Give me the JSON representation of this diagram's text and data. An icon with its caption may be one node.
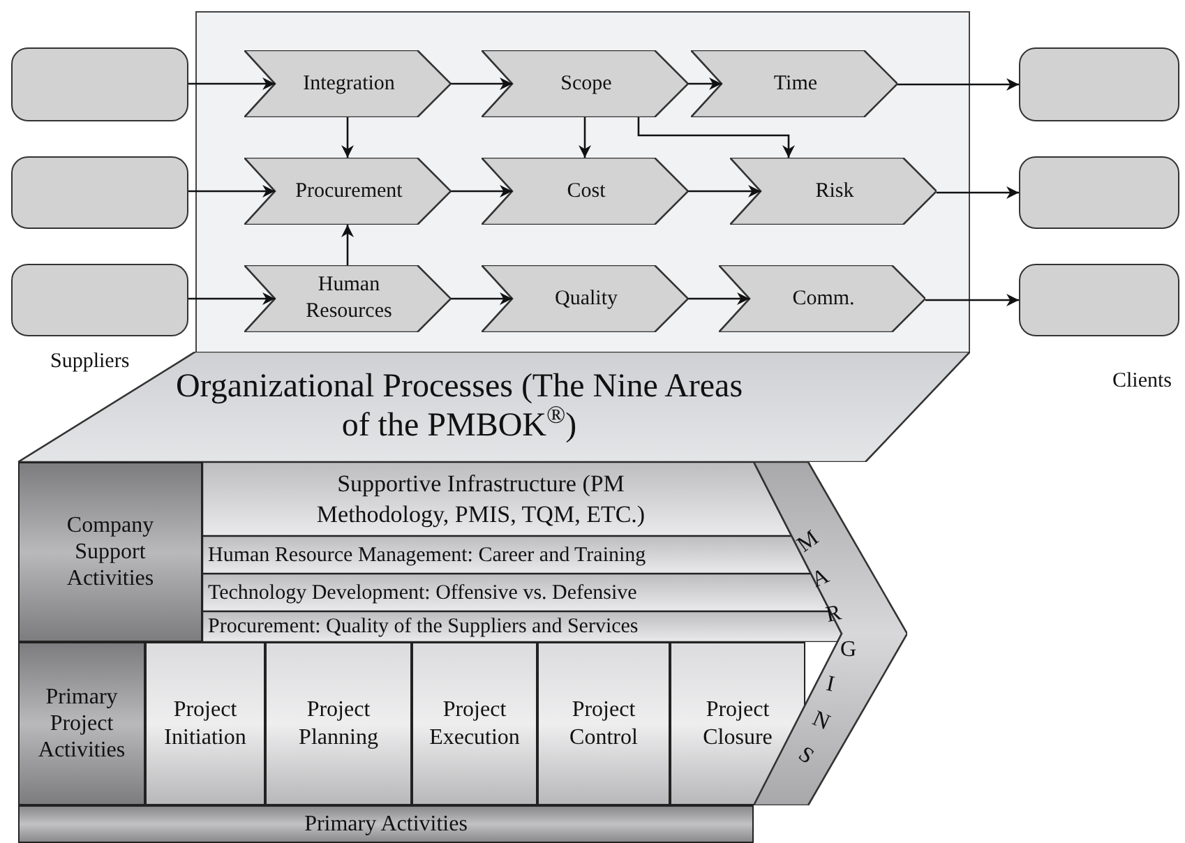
{
  "diagram": {
    "nodes": [
      {
        "text": [],
        "shape": "box"
      },
      {
        "text": [],
        "shape": "box"
      },
      {
        "text": [],
        "shape": "box"
      },
      {
        "text": [
          "Integration"
        ]
      },
      {
        "text": [
          "Scope"
        ]
      },
      {
        "text": [
          "Time"
        ]
      },
      {
        "text": [
          "Procurement"
        ]
      },
      {
        "text": [
          "Cost"
        ]
      },
      {
        "text": [
          "Risk"
        ]
      },
      {
        "text": [
          "Human Resources"
        ]
      },
      {
        "text": [
          "Quality"
        ]
      },
      {
        "text": [
          "Comm."
        ]
      },
      {
        "text": [],
        "shape": "box"
      },
      {
        "text": [],
        "shape": "box"
      },
      {
        "text": [],
        "shape": "box"
      },
      {
        "text": [
          "Organizational Processes (The Nine Areas of the PMBOK$^{®}$)"
        ]
      },
      {
        "text": [
          "Company Support Activities"
        ]
      },
      {
        "text": [
          "Supportive Infrastructure (PM Methodology, PMIS, TQM, ETC.)"
        ]
      },
      {
        "text": [
          "Human Resource Management: Career and Training"
        ]
      },
      {
        "text": [
          "Technology Development: Offensive vs. Defensive"
        ]
      },
      {
        "text": [
          "Procurement: Quality of the Suppliers and Services"
        ]
      },
      {
        "text": [
          "Primary Project Activities"
        ]
      },
      {
        "text": [
          "Project Initiation"
        ]
      },
      {
        "text": [
          "Project Planning"
        ]
      },
      {
        "text": [
          "Project Execution"
        ]
      },
      {
        "text": [
          "Project Control"
        ]
      },
      {
        "text": [
          "Project Closure"
        ]
      },
      {
        "text": [
          "MARGINS"
        ]
      },
      {
        "text": [
          "Primary Activities"
        ]
      }
    ],
    "edges": [
      {
        "from": 0,
        "to": 3,
        "arrow": "to"
      },
      {
        "from": 1,
        "to": 6,
        "arrow": "to"
      },
      {
        "from": 2,
        "to": 9,
        "arrow": "to"
      },
      {
        "from": 3,
        "to": 4,
        "arrow": "to"
      },
      {
        "from": 4,
        "to": 5,
        "arrow": "to"
      },
      {
        "from": 3,
        "to": 6,
        "arrow": "to"
      },
      {
        "from": 9,
        "to": 6,
        "arrow": "to"
      },
      {
        "from": 6,
        "to": 7,
        "arrow": "to"
      },
      {
        "from": 4,
        "to": 7,
        "arrow": "to"
      },
      {
        "from": 7,
        "to": 8,
        "arrow": "to"
      },
      {
        "from": 4,
        "to": 8,
        "arrow": "to"
      },
      {
        "from": 9,
        "to": 10,
        "arrow": "to"
      },
      {
        "from": 10,
        "to": 11,
        "arrow": "to"
      },
      {
        "from": 5,
        "to": 12,
        "arrow": "to"
      },
      {
        "from": 8,
        "to": 13,
        "arrow": "to"
      },
      {
        "from": 11,
        "to": 14,
        "arrow": "to"
      }
    ],
    "labels": [
      "Suppliers",
      "Clients"
    ]
  }
}
